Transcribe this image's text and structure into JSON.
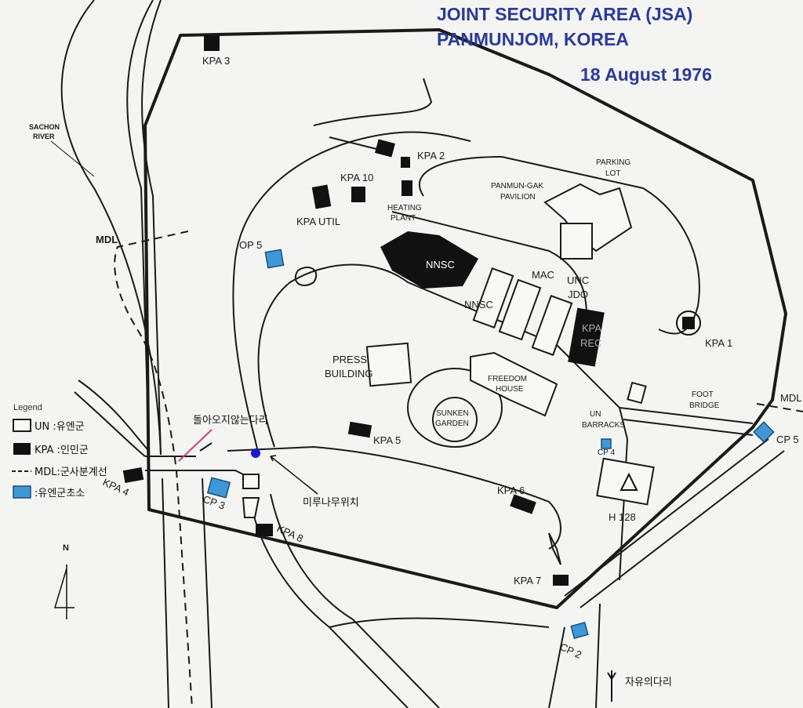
{
  "title": {
    "line1": "JOINT SECURITY AREA (JSA)",
    "line2": "PANMUNJOM, KOREA",
    "date": "18 August 1976"
  },
  "colors": {
    "title": "#2b3a9a",
    "un_post": "#3f97d6",
    "kpa": "#111111",
    "tree_marker": "#1a1acc",
    "bridge_marker": "#cc4466"
  },
  "labels": {
    "kpa1": "KPA 1",
    "kpa2": "KPA 2",
    "kpa3": "KPA 3",
    "kpa4": "KPA 4",
    "kpa5": "KPA 5",
    "kpa6": "KPA 6",
    "kpa7": "KPA 7",
    "kpa8": "KPA 8",
    "kpa10": "KPA 10",
    "kpa_util": "KPA UTIL",
    "op5": "OP 5",
    "cp2": "CP 2",
    "cp3": "CP 3",
    "cp4": "CP 4",
    "cp5": "CP 5",
    "h128": "H 128",
    "sachon1": "SACHON",
    "sachon2": "RIVER",
    "mdl_left": "MDL",
    "mdl_right": "MDL",
    "press1": "PRESS",
    "press2": "BUILDING",
    "nnsc_main": "NNSC",
    "nnsc_small": "NNSC",
    "mac": "MAC",
    "unc": "UNC",
    "jdo": "JDO",
    "kpa_rec1": "KPA",
    "kpa_rec2": "REC",
    "freedom1": "FREEDOM",
    "freedom2": "HOUSE",
    "sunken1": "SUNKEN",
    "sunken2": "GARDEN",
    "barracks1": "UN",
    "barracks2": "BARRACKS",
    "foot1": "FOOT",
    "foot2": "BRIDGE",
    "parking1": "PARKING",
    "parking2": "LOT",
    "pavilion1": "PANMUN-GAK",
    "pavilion2": "PAVILION",
    "heating1": "HEATING",
    "heating2": "PLANT",
    "bridge_no_return": "돌아오지않는다리",
    "poplar_tree": "미루나무위치",
    "freedom_bridge": "자유의다리",
    "north": "N"
  },
  "legend": {
    "title": "Legend",
    "un": "UN :유엔군",
    "kpa": "KPA :인민군",
    "mdl": "MDL:군사분계선",
    "post": ":유엔군초소"
  }
}
